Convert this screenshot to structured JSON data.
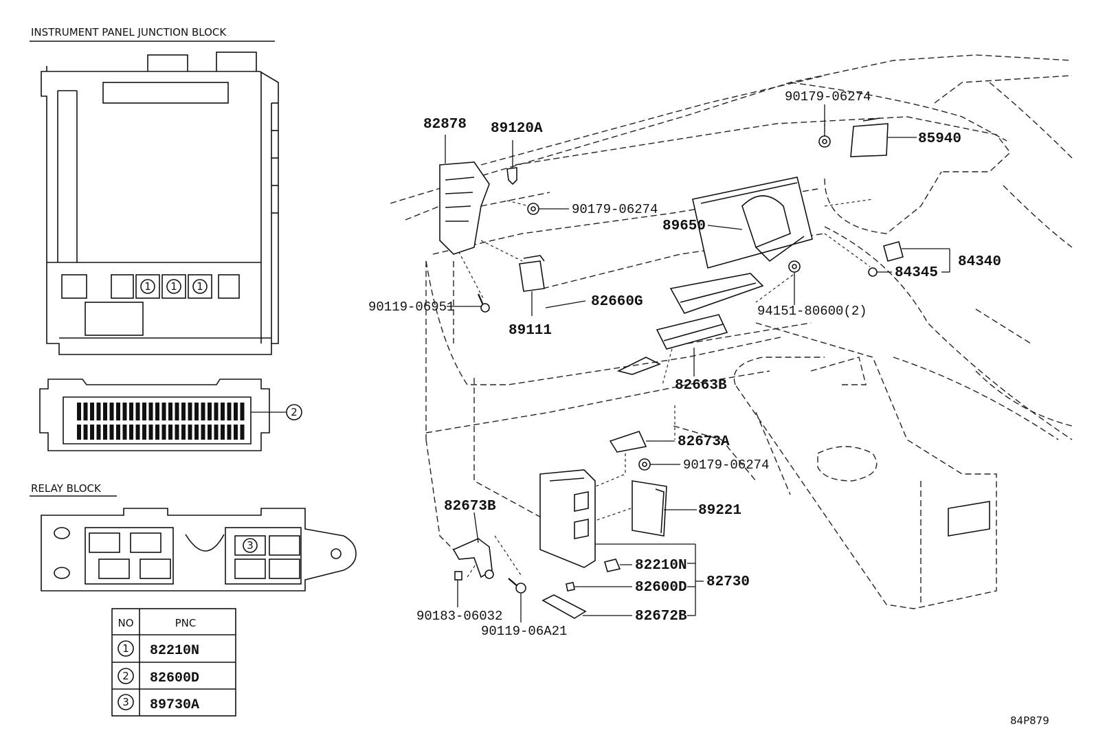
{
  "sections": {
    "junction_block_title": "INSTRUMENT PANEL JUNCTION BLOCK",
    "relay_block_title": "RELAY BLOCK"
  },
  "markers": {
    "one": "1",
    "two": "2",
    "three": "3"
  },
  "pnc_table": {
    "header_no": "NO",
    "header_pnc": "PNC",
    "rows": [
      {
        "no": "1",
        "pnc": "82210N"
      },
      {
        "no": "2",
        "pnc": "82600D"
      },
      {
        "no": "3",
        "pnc": "89730A"
      }
    ]
  },
  "callouts": {
    "p82878": "82878",
    "p89120A": "89120A",
    "p90179_a": "90179-06274",
    "p90179_b": "90179-06274",
    "p90179_c": "90179-06274",
    "p85940": "85940",
    "p89650": "89650",
    "p84340": "84340",
    "p84345": "84345",
    "p90119_06951": "90119-06951",
    "p89111": "89111",
    "p82660G": "82660G",
    "p94151": "94151-80600(2)",
    "p82663B": "82663B",
    "p82673A": "82673A",
    "p82673B": "82673B",
    "p89221": "89221",
    "p82210N": "82210N",
    "p82600D": "82600D",
    "p82672B": "82672B",
    "p82730": "82730",
    "p90183": "90183-06032",
    "p90119_06A21": "90119-06A21"
  },
  "diagram_code": "84P879"
}
